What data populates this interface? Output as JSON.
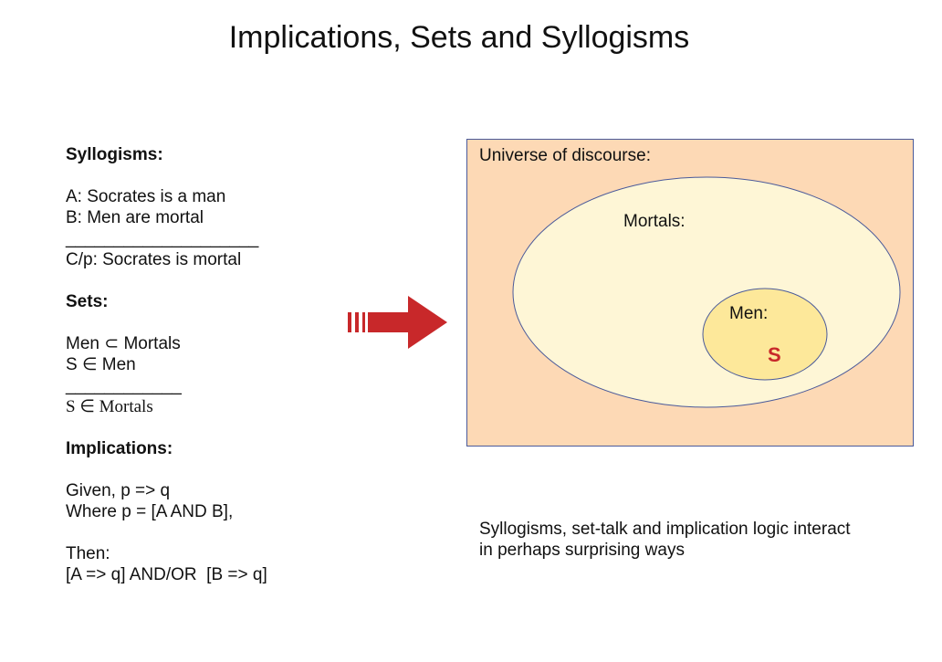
{
  "title": "Implications, Sets and Syllogisms",
  "syllogisms": {
    "heading": "Syllogisms:",
    "premise_a": "A: Socrates is a man",
    "premise_b": "B: Men are mortal",
    "rule": "____________________",
    "conclusion": "C/p: Socrates is mortal"
  },
  "sets": {
    "heading": "Sets:",
    "line1": "Men ⊂ Mortals",
    "line2": "S ∈ Men",
    "rule": "____________",
    "conclusion": "S ∈ Mortals"
  },
  "implications": {
    "heading": "Implications:",
    "line1": "Given, p => q",
    "line2": "Where p = [A AND B],",
    "line3": "Then:",
    "line4": "[A => q] AND/OR  [B => q]"
  },
  "diagram": {
    "universe_label": "Universe of discourse:",
    "mortals_label": "Mortals:",
    "men_label": "Men:",
    "element_label": "S",
    "colors": {
      "universe_fill": "#fdd9b5",
      "mortals_fill": "#fef6d6",
      "men_fill": "#fde89a",
      "outline": "#4a5a9a",
      "element": "#c8282a",
      "arrow": "#c8282a"
    }
  },
  "caption": {
    "line1": "Syllogisms, set-talk and implication logic interact",
    "line2": "in perhaps surprising ways"
  }
}
